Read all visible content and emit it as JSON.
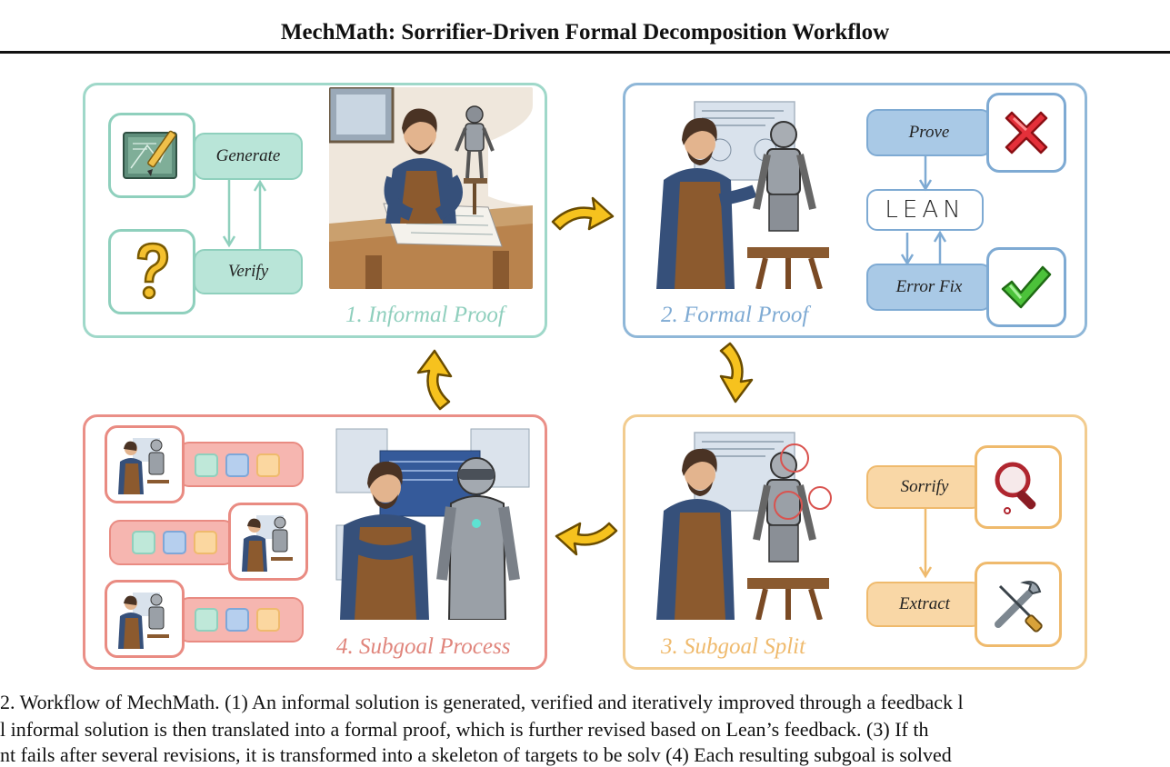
{
  "title": "MechMath: Sorrifier-Driven Formal Decomposition Workflow",
  "panels": {
    "informal": {
      "title": "1. Informal Proof",
      "generate": "Generate",
      "verify": "Verify",
      "color": "#9fd8c9"
    },
    "formal": {
      "title": "2. Formal Proof",
      "prove": "Prove",
      "lean": "LEAN",
      "error_fix": "Error Fix",
      "color": "#8fb7d8"
    },
    "split": {
      "title": "3. Subgoal Split",
      "sorrify": "Sorrify",
      "extract": "Extract",
      "color": "#f2cc8f"
    },
    "process": {
      "title": "4. Subgoal Process",
      "color": "#ea8f87"
    }
  },
  "caption": {
    "line1": "2. Workflow of MechMath. (1) An informal solution is generated, verified and iteratively improved through a feedback l",
    "line2": "l informal solution is then translated into a formal proof, which is further revised based on Lean’s feedback. (3) If th",
    "line3": "nt fails after several revisions, it is transformed into a skeleton of targets to be solv  (4) Each resulting subgoal is solved"
  },
  "icons": {
    "blueprint": "blueprint-pencil-icon",
    "question": "question-mark-icon",
    "cross": "red-cross-icon",
    "check": "green-check-icon",
    "magnifier": "magnifier-icon",
    "tools": "wrench-screwdriver-icon",
    "arrow": "curved-yellow-arrow-icon"
  }
}
